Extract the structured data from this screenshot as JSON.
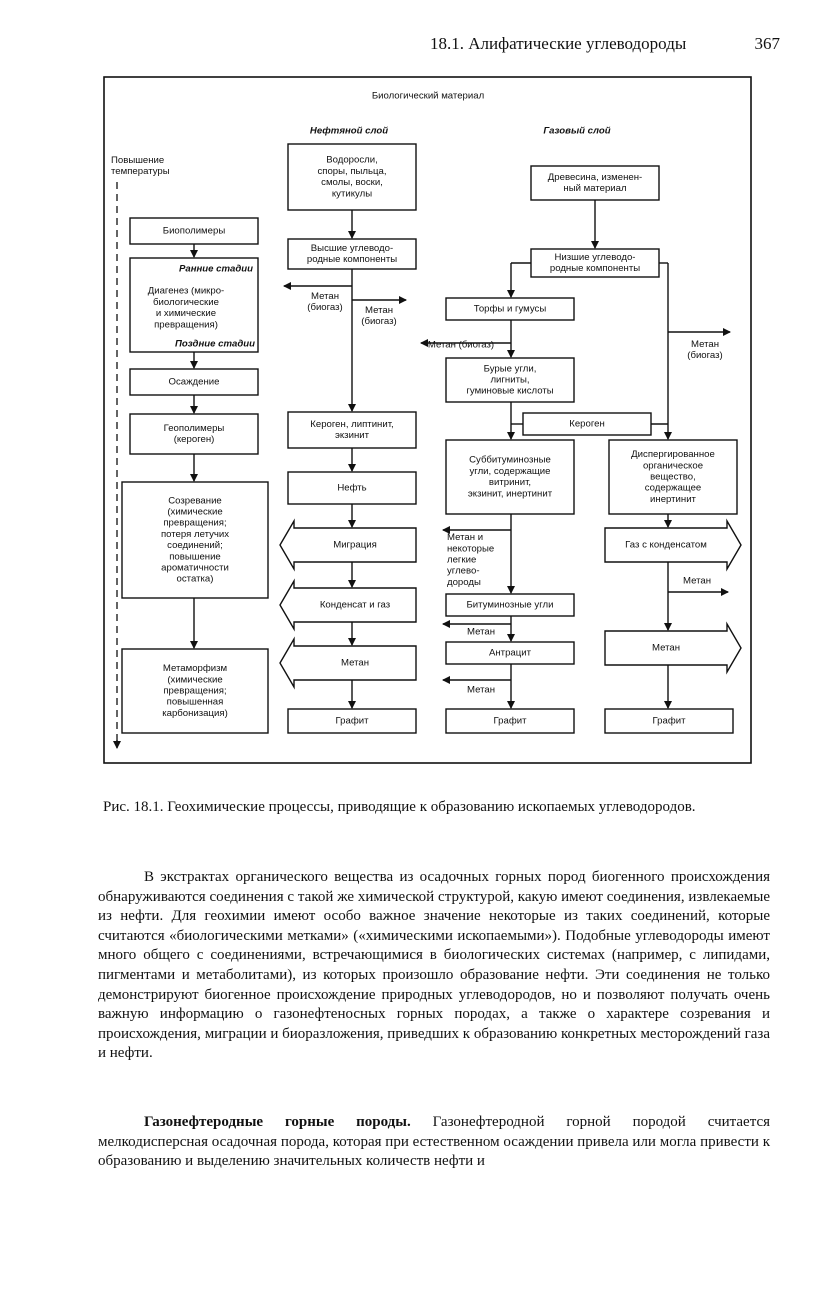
{
  "header": {
    "section": "18.1. Алифатические углеводороды",
    "page_number": "367"
  },
  "figure": {
    "title": "Биологический материал",
    "col_oil": "Нефтяной слой",
    "col_gas": "Газовый слой",
    "temp_label": [
      "Повышение",
      "температуры"
    ],
    "left": {
      "biopolymers": "Биополимеры",
      "early": "Ранние стадии",
      "diagenesis": [
        "Диагенез (микро-",
        "биологические",
        "и химические",
        "превращения)"
      ],
      "late": "Поздние стадии",
      "sedimentation": "Осаждение",
      "geopolymers": [
        "Геополимеры",
        "(кероген)"
      ],
      "maturation": [
        "Созревание",
        "(химические",
        "превращения;",
        "потеря летучих",
        "соединений;",
        "повышение",
        "ароматичности",
        "остатка)"
      ],
      "metamorphism": [
        "Метаморфизм",
        "(химические",
        "превращения;",
        "повышенная",
        "карбонизация)"
      ]
    },
    "oil": {
      "algae": [
        "Водоросли,",
        "споры, пыльца,",
        "смолы, воски,",
        "кутикулы"
      ],
      "higher_hc": [
        "Высшие углеводо-",
        "родные компоненты"
      ],
      "methane_bio_left": [
        "Метан",
        "(биогаз)"
      ],
      "methane_bio_right": [
        "Метан",
        "(биогаз)"
      ],
      "kerogen": [
        "Кероген, липтинит,",
        "экзинит"
      ],
      "oil": "Нефть",
      "migration": "Миграция",
      "condensate": "Конденсат и газ",
      "methane": "Метан",
      "graphite": "Графит"
    },
    "gas": {
      "wood": [
        "Древесина, изменен-",
        "ный материал"
      ],
      "lower_hc": [
        "Низшие углеводо-",
        "родные компоненты"
      ],
      "peat": "Торфы и гумусы",
      "methane_bio_left": "Метан (биогаз)",
      "methane_bio_right": [
        "Метан",
        "(биогаз)"
      ],
      "brown": [
        "Бурые угли,",
        "лигниты,",
        "гуминовые кислоты"
      ],
      "kerogen": "Кероген",
      "subbit": [
        "Суббитуминозные",
        "угли, содержащие",
        "витринит,",
        "экзинит, инертинит"
      ],
      "dispersed": [
        "Диспергированное",
        "органическое",
        "вещество,",
        "содержащее",
        "инертинит"
      ],
      "methane_light": [
        "Метан и",
        "некоторые",
        "легкие",
        "углево-",
        "дороды"
      ],
      "bituminous": "Битуминозные угли",
      "methane1": "Метан",
      "anthracite": "Антрацит",
      "methane2": "Метан",
      "graphite1": "Графит",
      "gas_condensate": "Газ с конденсатом",
      "methane_r": "Метан",
      "methane_r_box": "Метан",
      "graphite2": "Графит"
    }
  },
  "caption": {
    "label": "Рис. 18.1.",
    "text": "Геохимические процессы, приводящие к образованию ископаемых углеводородов."
  },
  "paragraph1": "В экстрактах органического вещества из осадочных горных пород биогенного происхождения обнаруживаются соединения с такой же химической структурой, какую имеют соединения, извлекаемые из нефти. Для геохимии имеют особо важное значение некоторые из таких соединений, которые считаются «биологическими метками» («химическими ископаемыми»). Подобные углеводороды имеют много общего с соединениями, встречающимися в биологических системах (например, с липидами, пигментами и метаболитами), из которых произошло образование нефти. Эти соединения не только демонстрируют биогенное происхождение природных углеводородов, но и позволяют получать очень важную информацию о газонефтеносных горных породах, а также о характере созревания и происхождения, миграции и биоразложения, приведших к образованию конкретных месторождений газа и нефти.",
  "paragraph2": {
    "term": "Газонефтеродные горные породы.",
    "text": "Газонефтеродной горной породой считается мелкодисперсная осадочная порода, которая при естественном осаждении привела или могла привести к образованию и выделению значительных количеств нефти и"
  }
}
